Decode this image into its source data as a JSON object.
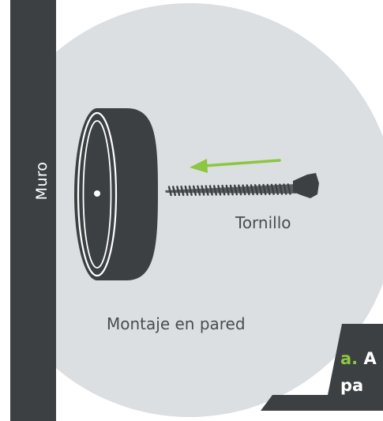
{
  "diagram": {
    "wall_label": "Muro",
    "screw_label": "Tornillo",
    "mount_label": "Montaje en pared",
    "caption": {
      "step": "a.",
      "step_trailing": "A",
      "line2": "pa"
    }
  },
  "colors": {
    "background_circle": "#dbdfe2",
    "wall": "#3d4043",
    "puck": "#3d4043",
    "arrow": "#8dc63f",
    "text": "#4a4d4f",
    "caption_step": "#8dc63f"
  }
}
